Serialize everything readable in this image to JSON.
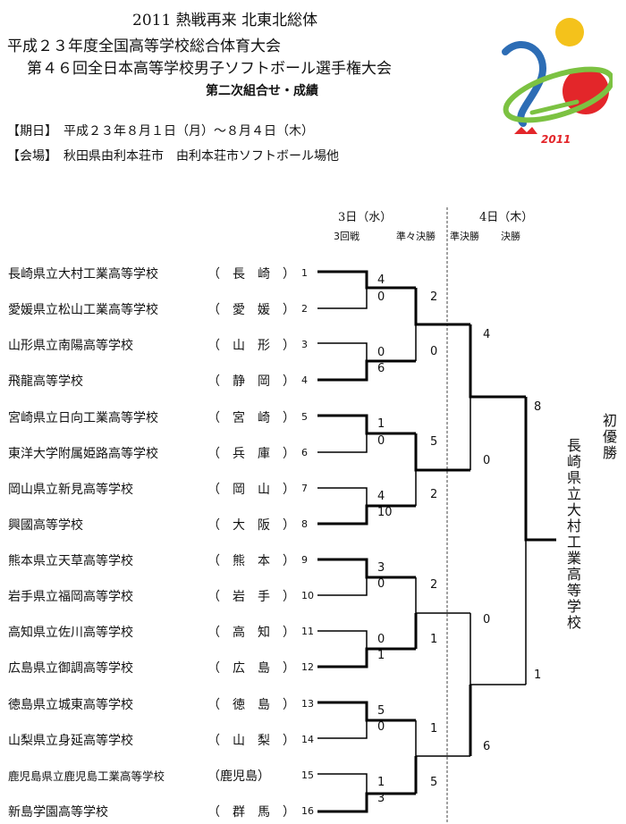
{
  "header": {
    "line1": "2011 熱戦再来 北東北総体",
    "line2": "平成２３年度全国高等学校総合体育大会",
    "line3": "第４６回全日本高等学校男子ソフトボール選手権大会",
    "line4": "第二次組合せ・成績",
    "period": "【期日】　平成２３年８月１日（月）～８月４日（木）",
    "venue": "【会場】　秋田県由利本荘市　由利本荘市ソフトボール場他",
    "logo_text": "2011"
  },
  "days": {
    "day3": "3日（水）",
    "day4": "4日（木）"
  },
  "rounds": {
    "r3": "3回戦",
    "qf": "準々決勝",
    "sf": "準決勝",
    "final": "決勝"
  },
  "teams": [
    {
      "name": "長崎県立大村工業高等学校",
      "pref": "（　長　崎　）",
      "no": "1"
    },
    {
      "name": "愛媛県立松山工業高等学校",
      "pref": "（　愛　媛　）",
      "no": "2"
    },
    {
      "name": "山形県立南陽高等学校",
      "pref": "（　山　形　）",
      "no": "3"
    },
    {
      "name": "飛龍高等学校",
      "pref": "（　静　岡　）",
      "no": "4"
    },
    {
      "name": "宮崎県立日向工業高等学校",
      "pref": "（　宮　崎　）",
      "no": "5"
    },
    {
      "name": "東洋大学附属姫路高等学校",
      "pref": "（　兵　庫　）",
      "no": "6"
    },
    {
      "name": "岡山県立新見高等学校",
      "pref": "（　岡　山　）",
      "no": "7"
    },
    {
      "name": "興國高等学校",
      "pref": "（　大　阪　）",
      "no": "8"
    },
    {
      "name": "熊本県立天草高等学校",
      "pref": "（　熊　本　）",
      "no": "9"
    },
    {
      "name": "岩手県立福岡高等学校",
      "pref": "（　岩　手　）",
      "no": "10"
    },
    {
      "name": "高知県立佐川高等学校",
      "pref": "（　高　知　）",
      "no": "11"
    },
    {
      "name": "広島県立御調高等学校",
      "pref": "（　広　島　）",
      "no": "12"
    },
    {
      "name": "徳島県立城東高等学校",
      "pref": "（　徳　島　）",
      "no": "13"
    },
    {
      "name": "山梨県立身延高等学校",
      "pref": "（　山　梨　）",
      "no": "14"
    },
    {
      "name": "鹿児島県立鹿児島工業高等学校",
      "pref": "（鹿児島）",
      "no": "15"
    },
    {
      "name": "新島学園高等学校",
      "pref": "（　群　馬　）",
      "no": "16"
    }
  ],
  "scores": {
    "r3": [
      "4",
      "0",
      "0",
      "6",
      "1",
      "0",
      "4",
      "10",
      "3",
      "0",
      "0",
      "1",
      "5",
      "0",
      "1",
      "3"
    ],
    "qf": [
      "2",
      "0",
      "5",
      "2",
      "2",
      "1",
      "1",
      "5"
    ],
    "sf": [
      "4",
      "0",
      "0",
      "6"
    ],
    "final": [
      "8",
      "1"
    ]
  },
  "champion": {
    "label": "初優勝",
    "name": "長崎県立大村工業高等学校"
  },
  "colors": {
    "logo_yellow": "#f4c21b",
    "logo_red": "#e3262a",
    "logo_green": "#7cc242",
    "logo_blue": "#2d6db5"
  }
}
